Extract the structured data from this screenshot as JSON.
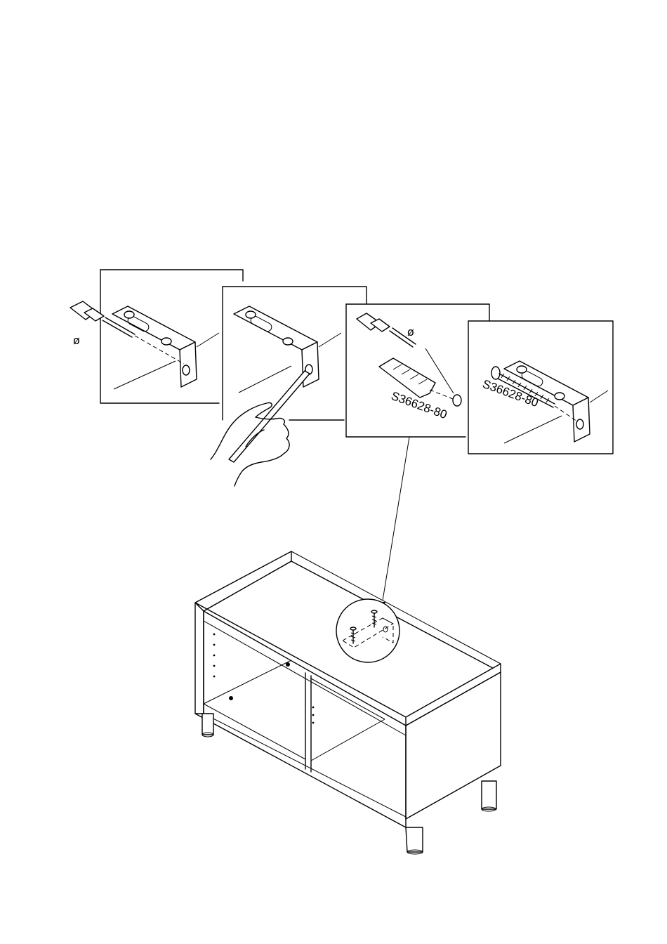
{
  "labels": {
    "panel3_part_code": "S36628-80",
    "panel4_part_code": "S36628-80",
    "drill_diameter_symbol": "ø"
  },
  "icons": {
    "panel1": [
      "drill-icon",
      "diameter-icon",
      "wall-bracket-icon"
    ],
    "panel2": [
      "hand-icon",
      "pencil-icon",
      "wall-bracket-icon"
    ],
    "panel3": [
      "drill-icon",
      "diameter-icon",
      "wall-plug-icon"
    ],
    "panel4": [
      "screw-icon",
      "wall-bracket-icon"
    ],
    "main": [
      "tv-bench-icon",
      "detail-circle-icon"
    ]
  }
}
